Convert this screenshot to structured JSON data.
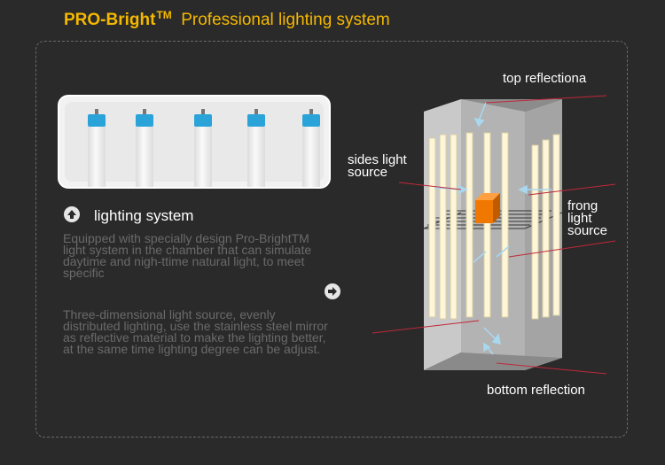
{
  "header": {
    "brand": "PRO-Bright",
    "tm": "TM",
    "subtitle": "Professional lighting system"
  },
  "section": {
    "title": "lighting system",
    "paragraph1": "Equipped with specially design Pro-BrightTM light system in the chamber  that can simulate daytime and nigh-ttime natural light, to meet specific",
    "paragraph2": "Three-dimensional light source, evenly distributed lighting, use the stainless steel mirror as reflective material to make the lighting better, at the same time lighting degree can be adjust."
  },
  "diagram": {
    "top_label": "top reflectiona",
    "sides_label_1": "sides light",
    "sides_label_2": "source",
    "front_label_1": "frong",
    "front_label_2": "light",
    "front_label_3": "source",
    "bottom_label": "bottom reflection"
  },
  "colors": {
    "accent": "#f5b800",
    "background": "#2a2a2a",
    "lines": "#c0283a",
    "arrows": "#a8d8f0",
    "box": "#f07800"
  },
  "icons": [
    "up-circle-icon",
    "right-arrow-circle-icon"
  ]
}
